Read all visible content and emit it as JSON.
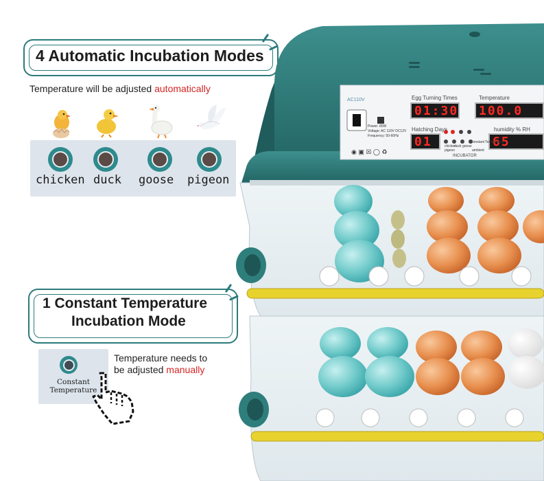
{
  "header_auto": {
    "title": "4 Automatic Incubation Modes",
    "subtitle_prefix": "Temperature will be adjusted ",
    "subtitle_highlight": "automatically"
  },
  "modes": [
    {
      "label": "chicken",
      "icon": "chick-icon"
    },
    {
      "label": "duck",
      "icon": "duckling-icon"
    },
    {
      "label": "goose",
      "icon": "goose-icon"
    },
    {
      "label": "pigeon",
      "icon": "pigeon-icon"
    }
  ],
  "header_constant": {
    "title_line1": "1 Constant Temperature",
    "title_line2": "Incubation Mode",
    "subtitle_line1": "Temperature needs to",
    "subtitle_line2_prefix": "be adjusted ",
    "subtitle_line2_highlight": "manually"
  },
  "constant_button": {
    "line1": "Constant",
    "line2": "Temperature"
  },
  "incubator_panel": {
    "power_label": "AC110V",
    "egg_turning_label": "Egg Turning Times",
    "egg_turning_value": "01:30",
    "temperature_label": "Temperature",
    "temperature_value": "100.0",
    "hatching_label": "Hatching Days",
    "hatching_value": "01",
    "humidity_label": "humidity % RH",
    "humidity_value": "65",
    "spec_power": "Power: 80W",
    "spec_voltage": "Voltage: AC 110V  DC12V",
    "spec_frequency": "Frequency: 50-60Hz",
    "brand_label": "INCUBATOR",
    "mode_small_labels": [
      "chicken",
      "duck",
      "goose",
      "pigeon",
      "Constant Temperature",
      "ambient"
    ]
  },
  "colors": {
    "teal": "#2c7a7c",
    "shell": "#2f7f7e",
    "accent_red": "#d42424",
    "lcd_red": "#ff2a22",
    "rail_yellow": "#e8d22e"
  }
}
